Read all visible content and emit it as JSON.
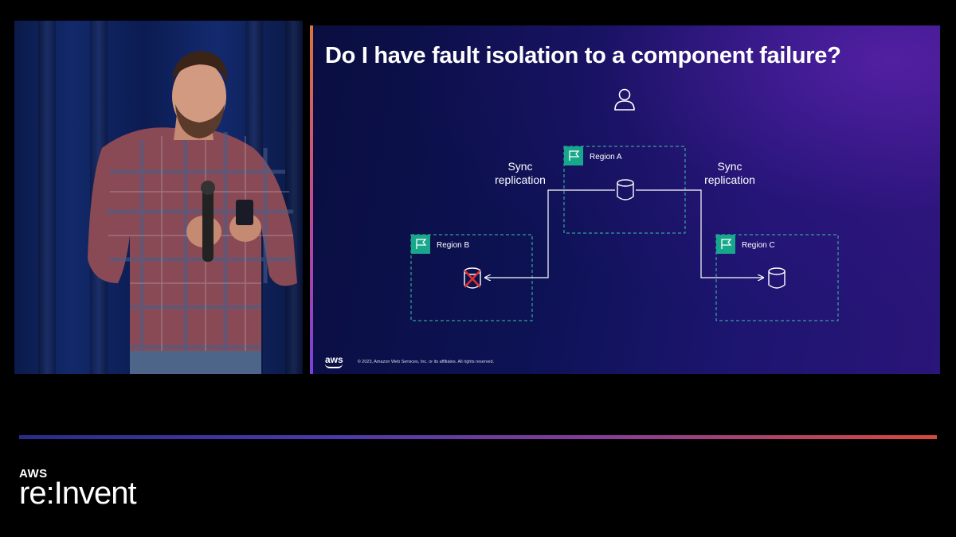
{
  "slide": {
    "title": "Do I have fault isolation to a component failure?",
    "regions": {
      "a": "Region A",
      "b": "Region B",
      "c": "Region C"
    },
    "sync_label_left": [
      "Sync",
      "replication"
    ],
    "sync_label_right": [
      "Sync",
      "replication"
    ],
    "footer_logo": "aws",
    "copyright": "© 2023, Amazon Web Services, Inc. or its affiliates. All rights reserved."
  },
  "colors": {
    "region_border": "#3fbfa6",
    "flag_bg": "#17a88c",
    "failure_x": "#e0312b",
    "connector": "#ffffff"
  },
  "icons": [
    "user-icon",
    "region-flag-icon",
    "database-icon",
    "failed-database-icon"
  ],
  "brand": {
    "aws": "AWS",
    "reinvent": "re:Invent"
  }
}
